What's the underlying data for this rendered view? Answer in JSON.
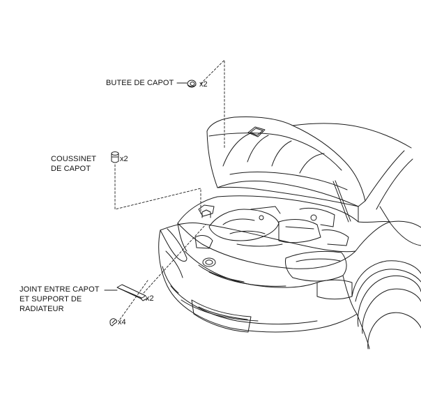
{
  "parts": {
    "hood_stop": {
      "label": "BUTEE DE CAPOT",
      "qty": "x2"
    },
    "hood_cushion": {
      "line1": "COUSSINET",
      "line2": "DE CAPOT",
      "qty": "x2"
    },
    "hood_seal": {
      "line1": "JOINT ENTRE CAPOT",
      "line2": "ET SUPPORT DE",
      "line3": "RADIATEUR",
      "qty_seal": "x2",
      "qty_clip": "x4"
    }
  },
  "icons": [
    "hood-stop-icon",
    "hood-cushion-icon",
    "hood-seal-strip-icon",
    "clip-icon"
  ],
  "colors": {
    "line": "#1a1a1a",
    "background": "#ffffff"
  }
}
